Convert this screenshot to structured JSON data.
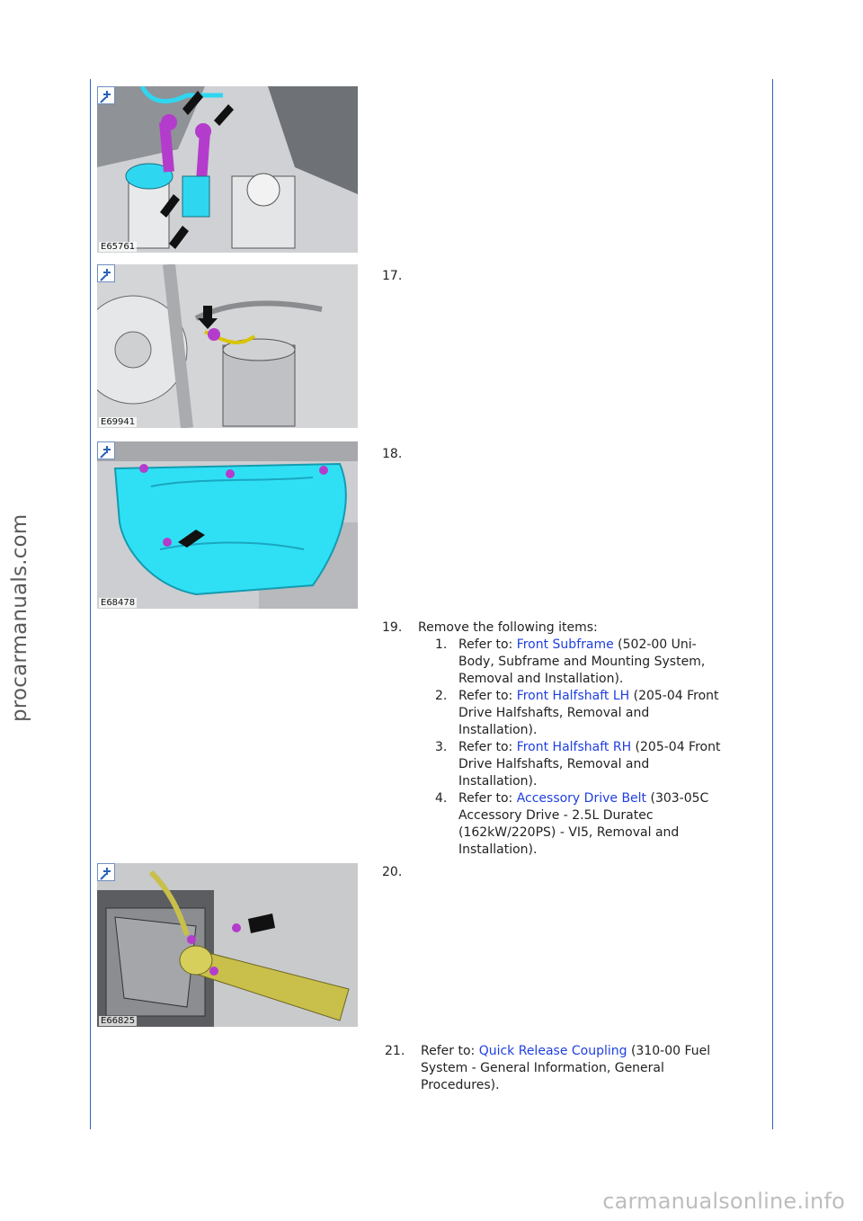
{
  "watermarks": {
    "side": "procarmanuals.com",
    "bottom": "carmanualsonline.info"
  },
  "figures": [
    {
      "id": "E65761"
    },
    {
      "id": "E69941"
    },
    {
      "id": "E68478"
    },
    {
      "id": "E66825"
    }
  ],
  "steps": {
    "s17": "17.",
    "s18": "18.",
    "s19": {
      "num": "19.",
      "text": "Remove the following items:",
      "items": [
        {
          "num": "1.",
          "prefix": "Refer to: ",
          "link": "Front Subframe",
          "line1": " (502-00 Uni-",
          "line2": "Body, Subframe and Mounting System,",
          "line3": "Removal and Installation)."
        },
        {
          "num": "2.",
          "prefix": "Refer to: ",
          "link": "Front Halfshaft LH",
          "line1": " (205-04 Front",
          "line2": "Drive Halfshafts, Removal and",
          "line3": "Installation)."
        },
        {
          "num": "3.",
          "prefix": "Refer to: ",
          "link": "Front Halfshaft RH",
          "line1": " (205-04 Front",
          "line2": "Drive Halfshafts, Removal and",
          "line3": "Installation)."
        },
        {
          "num": "4.",
          "prefix": "Refer to: ",
          "link": "Accessory Drive Belt",
          "line1": " (303-05C",
          "line2": "Accessory Drive - 2.5L Duratec",
          "line3": "(162kW/220PS) - VI5, Removal and",
          "line4": "Installation)."
        }
      ]
    },
    "s20": "20.",
    "s21": {
      "num": "21.",
      "prefix": "Refer to: ",
      "link": "Quick Release Coupling",
      "line1": " (310-00 Fuel",
      "line2": "System - General Information, General",
      "line3": "Procedures)."
    }
  },
  "colors": {
    "rule": "#2a62b8",
    "link": "#1f3fe0",
    "highlight_cyan": "#2fd6f0",
    "highlight_purple": "#b43ccc",
    "highlight_yellow": "#c8c04a"
  },
  "icons": [
    "zoom-in-icon"
  ]
}
